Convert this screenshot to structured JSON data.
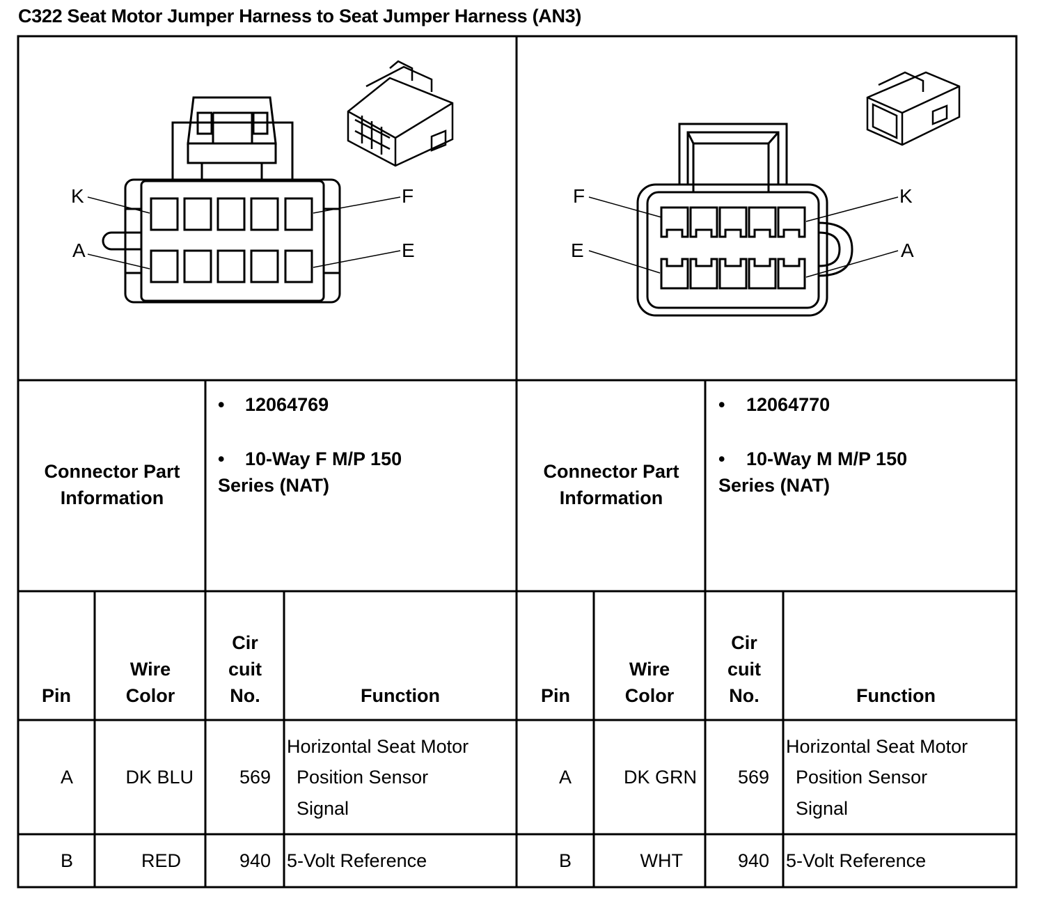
{
  "title": "C322 Seat Motor Jumper Harness to Seat Jumper Harness (AN3)",
  "left": {
    "pin_labels": {
      "top_left": "K",
      "top_right": "F",
      "bottom_left": "A",
      "bottom_right": "E"
    },
    "info_label_line1": "Connector Part",
    "info_label_line2": "Information",
    "part_number": "12064769",
    "description_line1": "10-Way F M/P 150",
    "description_line2": "Series (NAT)",
    "headers": {
      "pin": "Pin",
      "wire1": "Wire",
      "wire2": "Color",
      "cir1": "Cir",
      "cir2": "cuit",
      "cir3": "No.",
      "function": "Function"
    },
    "rows": [
      {
        "pin": "A",
        "color": "DK BLU",
        "circuit": "569",
        "f1": "Horizontal Seat Motor",
        "f2": "Position Sensor",
        "f3": "Signal"
      },
      {
        "pin": "B",
        "color": "RED",
        "circuit": "940",
        "f1": "5-Volt Reference"
      }
    ]
  },
  "right": {
    "pin_labels": {
      "top_left": "F",
      "top_right": "K",
      "bottom_left": "E",
      "bottom_right": "A"
    },
    "info_label_line1": "Connector Part",
    "info_label_line2": "Information",
    "part_number": "12064770",
    "description_line1": "10-Way M M/P 150",
    "description_line2": "Series (NAT)",
    "headers": {
      "pin": "Pin",
      "wire1": "Wire",
      "wire2": "Color",
      "cir1": "Cir",
      "cir2": "cuit",
      "cir3": "No.",
      "function": "Function"
    },
    "rows": [
      {
        "pin": "A",
        "color": "DK GRN",
        "circuit": "569",
        "f1": "Horizontal Seat Motor",
        "f2": "Position Sensor",
        "f3": "Signal"
      },
      {
        "pin": "B",
        "color": "WHT",
        "circuit": "940",
        "f1": "5-Volt Reference"
      }
    ]
  },
  "bullet": "•"
}
